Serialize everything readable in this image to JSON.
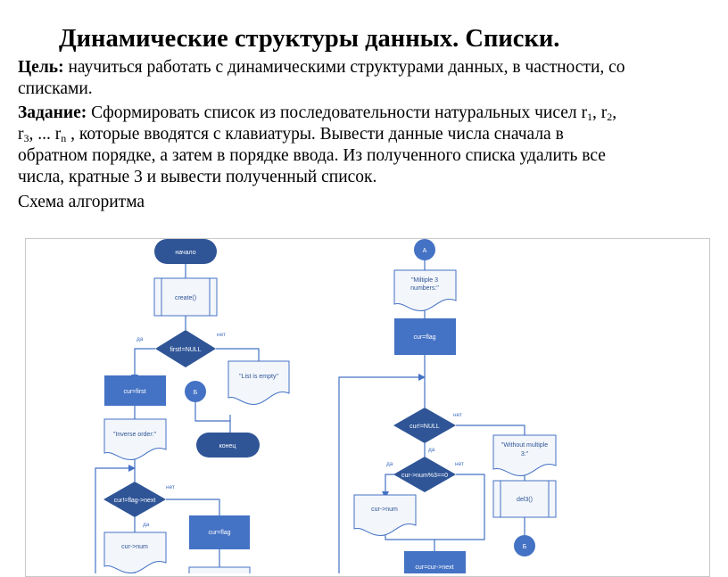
{
  "document": {
    "title": "Динамические структуры данных. Списки.",
    "goal": {
      "label": "Цель:",
      "text_line1": " научиться работать с динамическими структурами данных, в частности, со",
      "text_line2": "списками."
    },
    "task": {
      "label": "Задание:",
      "text_line1": " Сформировать список из последовательности натуральных чисел r",
      "sub1": "1",
      "sep1": ", r",
      "sub2": "2",
      "sep2": ",",
      "line2_start": "r",
      "sub3": "3",
      "line2_mid": ", ... r",
      "subn": "n",
      "line2_end": " , которые вводятся с клавиатуры. Вывести данные числа сначала в",
      "line3": "обратном порядке, а затем в порядке ввода. Из полученного списка удалить все",
      "line4": "числа, кратные 3 и вывести полученный список."
    },
    "scheme_caption": "Схема алгоритма"
  },
  "flowchart": {
    "colors": {
      "fill": "#4472c4",
      "dark": "#2f5597",
      "line": "#4472c4",
      "doc_fill": "#ffffff"
    },
    "left": {
      "start": "начало",
      "create": "create()",
      "cond_first": "first!=NULL",
      "yes1": "да",
      "no1": "нет",
      "cur_first": "cur=first",
      "list_empty": "\"List is empty\"",
      "connector_b": "Б",
      "end": "конец",
      "inverse_order": "\"Inverse order:\"",
      "cond_flag": "cur!=flag->next",
      "no2": "нет",
      "yes2": "да",
      "cur_num": "cur->num",
      "cur_flag": "cur=flag"
    },
    "right": {
      "connector_a": "А",
      "multiple3": "\"Miltiple 3 numbers:\"",
      "multiple3_l1": "\"Miltiple 3",
      "multiple3_l2": "numbers:\"",
      "cur_flag": "cur=flag",
      "cond_null": "cur!=NULL",
      "no1": "нет",
      "yes1": "да",
      "cond_mod": "cur->num%3==0",
      "yes2": "да",
      "no2": "нет",
      "cur_num": "cur->num",
      "cur_next": "cur=cur->next",
      "without_l1": "\"Without multiple",
      "without_l2": "3:\"",
      "del3": "del3()",
      "connector_b": "Б"
    }
  }
}
